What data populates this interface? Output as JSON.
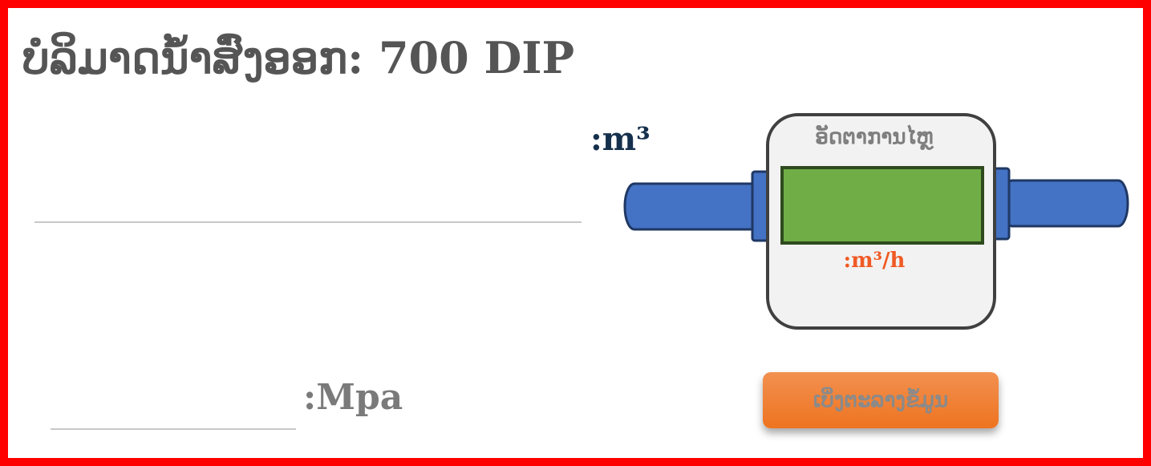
{
  "header": {
    "title": "ບໍລິມາດນ້ຳສົ່ງອອກ: 700 DIP"
  },
  "volume": {
    "unit": ":m³",
    "value": ""
  },
  "meter": {
    "label": "ອັດຕາການໄຫຼ",
    "value": "",
    "unit": ":m³/h"
  },
  "pressure": {
    "unit": ":Mpa",
    "value": ""
  },
  "actions": {
    "history_label": "ເບິ່ງຕະລາງຂໍ້ມູນ"
  },
  "colors": {
    "border": "#ff0000",
    "pipe": "#4472c4",
    "pipe_outline": "#1f3864",
    "display": "#70ad47",
    "display_outline": "#2e4a1e",
    "accent": "#f05a24",
    "button": "#ee7420"
  }
}
